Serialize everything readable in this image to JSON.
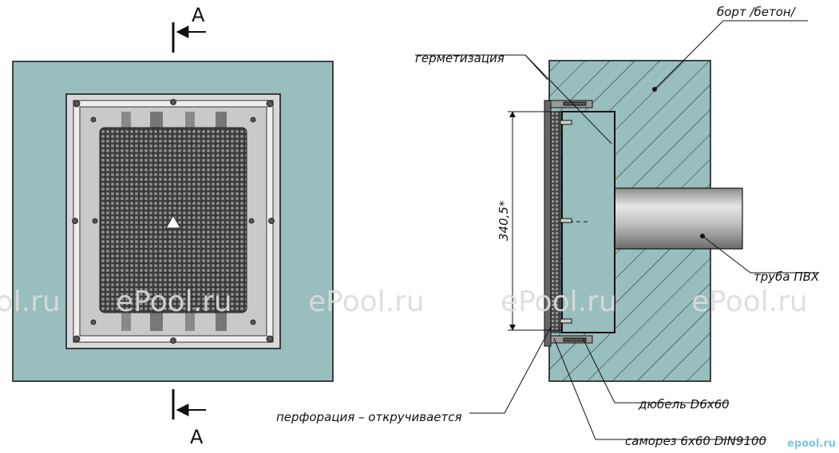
{
  "section": {
    "mark_top": "A",
    "mark_bottom": "A"
  },
  "dimension": {
    "value": "340,5*"
  },
  "callouts": {
    "wall": "борт /бетон/",
    "sealing": "герметизация",
    "pipe": "труба ПВХ",
    "dowel": "дюбель D6х60",
    "perforation": "перфорация – откручивается",
    "screw": "саморез 6х60 DIN9100"
  },
  "watermark": {
    "text": "ePool.ru"
  },
  "brand_logo": {
    "text": "epool.ru"
  },
  "colors": {
    "panel": "#98bebe",
    "concrete": "#98bebe",
    "line": "#111111",
    "pipe": "#b8b8b8",
    "watermark": "#dcdcdc"
  }
}
